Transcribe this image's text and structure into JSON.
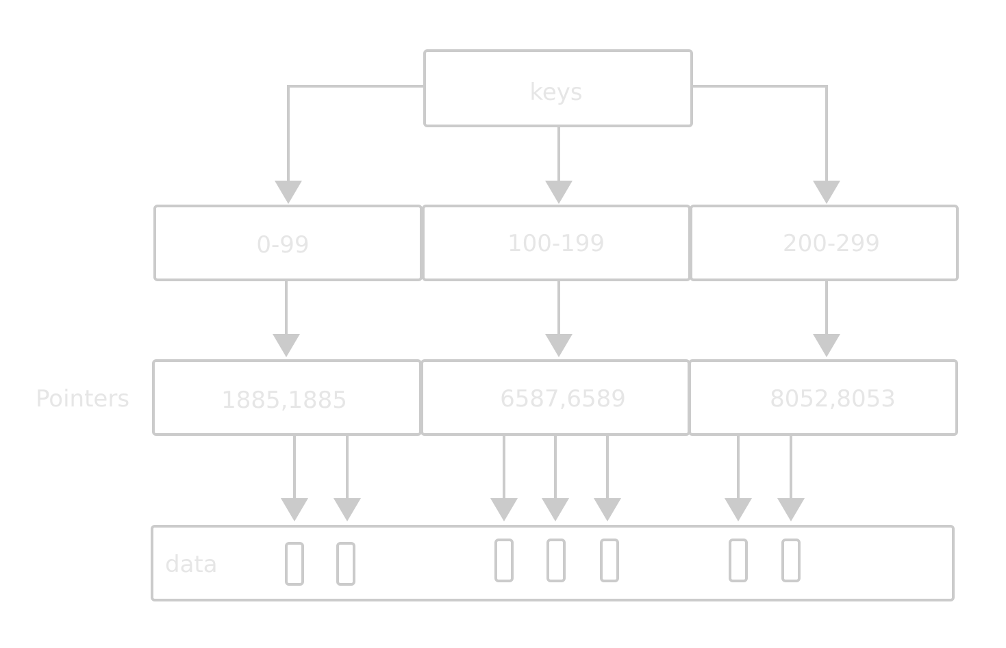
{
  "root": {
    "label": "keys"
  },
  "ranges": [
    {
      "label": "0-99"
    },
    {
      "label": "100-199"
    },
    {
      "label": "200-299"
    }
  ],
  "pointers": {
    "row_label": "Pointers",
    "nodes": [
      {
        "label": "1885,1885"
      },
      {
        "label": "6587,6589"
      },
      {
        "label": "8052,8053"
      }
    ]
  },
  "data_block": {
    "label": "data"
  },
  "colors": {
    "stroke": "#cbcbcb",
    "text": "#e6e6e6",
    "background": "#ffffff"
  }
}
